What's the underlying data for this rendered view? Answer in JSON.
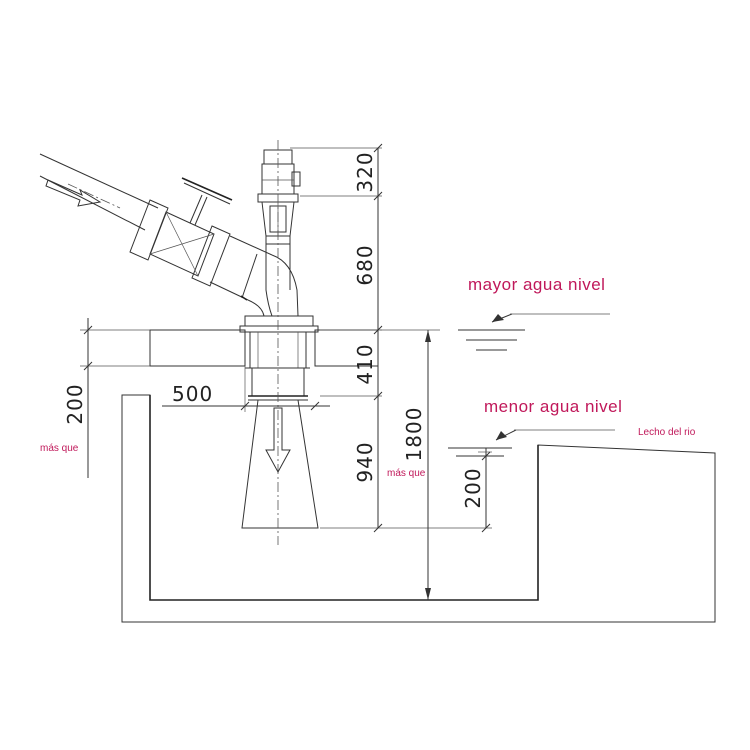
{
  "labels": {
    "high_water": "mayor agua nivel",
    "low_water": "menor agua nivel",
    "river_bed": "Lecho del rio",
    "more_than_left": "más que",
    "more_than_mid": "más que"
  },
  "dimensions": {
    "d320": "320",
    "d680": "680",
    "d410": "410",
    "d940": "940",
    "d1800": "1800",
    "d200_right": "200",
    "d200_left": "200",
    "d500": "500"
  },
  "colors": {
    "label_red": "#c0185a",
    "line": "#333333"
  }
}
